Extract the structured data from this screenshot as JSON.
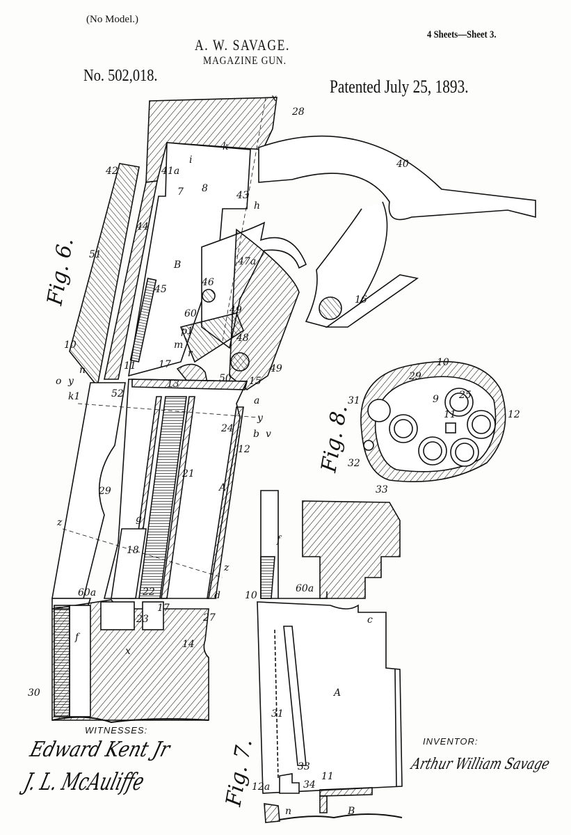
{
  "header": {
    "no_model": "(No Model.)",
    "author": "A. W. SAVAGE.",
    "sheets": "4 Sheets—Sheet 3.",
    "title": "MAGAZINE GUN.",
    "patent_number": "No. 502,018.",
    "patent_date": "Patented July 25, 1893."
  },
  "figures": {
    "fig6": "Fig. 6.",
    "fig7": "Fig. 7.",
    "fig8": "Fig. 8."
  },
  "labels": {
    "fig6": [
      "28",
      "40",
      "41a",
      "i",
      "k",
      "8",
      "7",
      "43",
      "h",
      "42",
      "44",
      "B",
      "45",
      "51",
      "60",
      "p1",
      "46",
      "47a",
      "49",
      "48",
      "16",
      "m",
      "r",
      "10",
      "n",
      "y",
      "o",
      "k1",
      "52",
      "11",
      "17",
      "13",
      "50",
      "15",
      "a",
      "49",
      "y",
      "b",
      "v",
      "12",
      "24",
      "21",
      "A",
      "z",
      "29",
      "g",
      "18",
      "22",
      "60a",
      "f",
      "23",
      "17",
      "d",
      "27",
      "14",
      "30",
      "x",
      "z",
      "x"
    ],
    "fig7": [
      "f",
      "60a",
      "10",
      "c",
      "A",
      "31",
      "33",
      "34",
      "11",
      "12a",
      "n",
      "B"
    ],
    "fig8": [
      "10",
      "29",
      "31",
      "9",
      "11",
      "25",
      "12",
      "32",
      "33"
    ]
  },
  "signatures": {
    "witnesses_label": "WITNESSES:",
    "witness_1": "Edward Kent Jr",
    "witness_2": "J. L. McAuliffe",
    "inventor_label": "INVENTOR:",
    "inventor": "Arthur William Savage"
  }
}
